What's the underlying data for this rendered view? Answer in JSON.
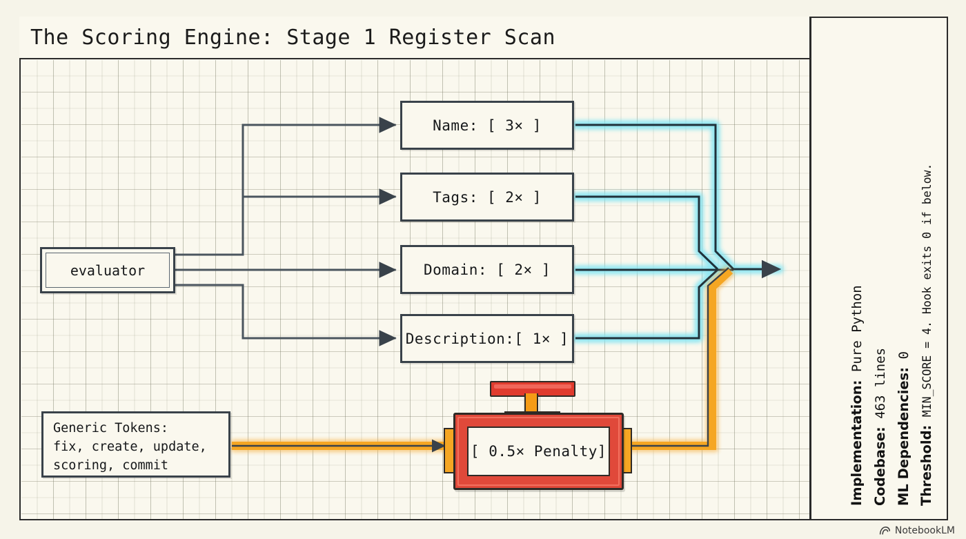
{
  "header": {
    "title": "The Scoring Engine: Stage 1 Register Scan"
  },
  "nodes": {
    "source": {
      "label": "evaluator"
    },
    "fields": [
      {
        "label": "Name: [ 3× ]"
      },
      {
        "label": "Tags: [ 2× ]"
      },
      {
        "label": "Domain: [ 2× ]"
      },
      {
        "label": "Description:[ 1× ]"
      }
    ],
    "tokens": {
      "line1": "Generic Tokens:",
      "line2": "fix, create, update,",
      "line3": "scoring, commit"
    },
    "penalty": {
      "label": "[ 0.5× Penalty]"
    }
  },
  "sidebar": {
    "lines": [
      {
        "key": "Implementation:",
        "value": "Pure Python"
      },
      {
        "key": "Codebase:",
        "value": "463 lines"
      },
      {
        "key": "ML Dependencies:",
        "value": "0"
      },
      {
        "key": "Threshold:",
        "value": "MIN_SCORE = 4. Hook exits 0 if below."
      }
    ]
  },
  "watermark": {
    "label": "NotebookLM"
  },
  "colors": {
    "paper": "#faf8ee",
    "ink": "#39424a",
    "glow_cyan": "#7fe3f2",
    "orange": "#f5a623",
    "red": "#e0493a"
  }
}
